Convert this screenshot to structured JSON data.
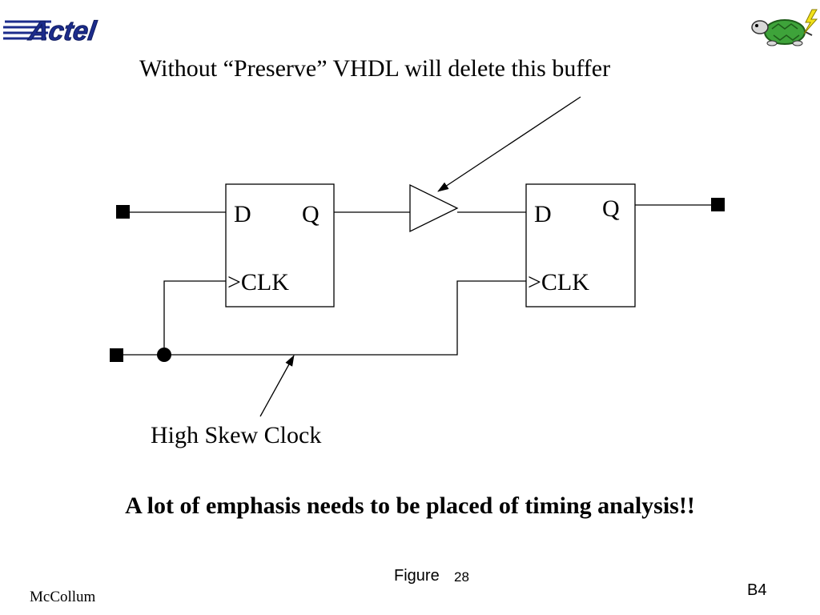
{
  "header": {
    "logo_text": "Actel"
  },
  "diagram": {
    "note_preserve": "Without “Preserve” VHDL will delete this buffer",
    "note_skew": "High Skew Clock",
    "ff1": {
      "d_label": "D",
      "q_label": "Q",
      "clk_label": ">CLK"
    },
    "ff2": {
      "d_label": "D",
      "q_label": "Q",
      "clk_label": ">CLK"
    }
  },
  "emphasis": "A lot of emphasis needs to be placed of timing analysis!!",
  "footer": {
    "figure_label": "Figure",
    "figure_number": "28",
    "author": "McCollum",
    "slide_id": "B4"
  },
  "colors": {
    "logo_blue": "#1c2c8c",
    "turtle_green": "#3ea33a",
    "lightning_yellow": "#f2e21a"
  }
}
